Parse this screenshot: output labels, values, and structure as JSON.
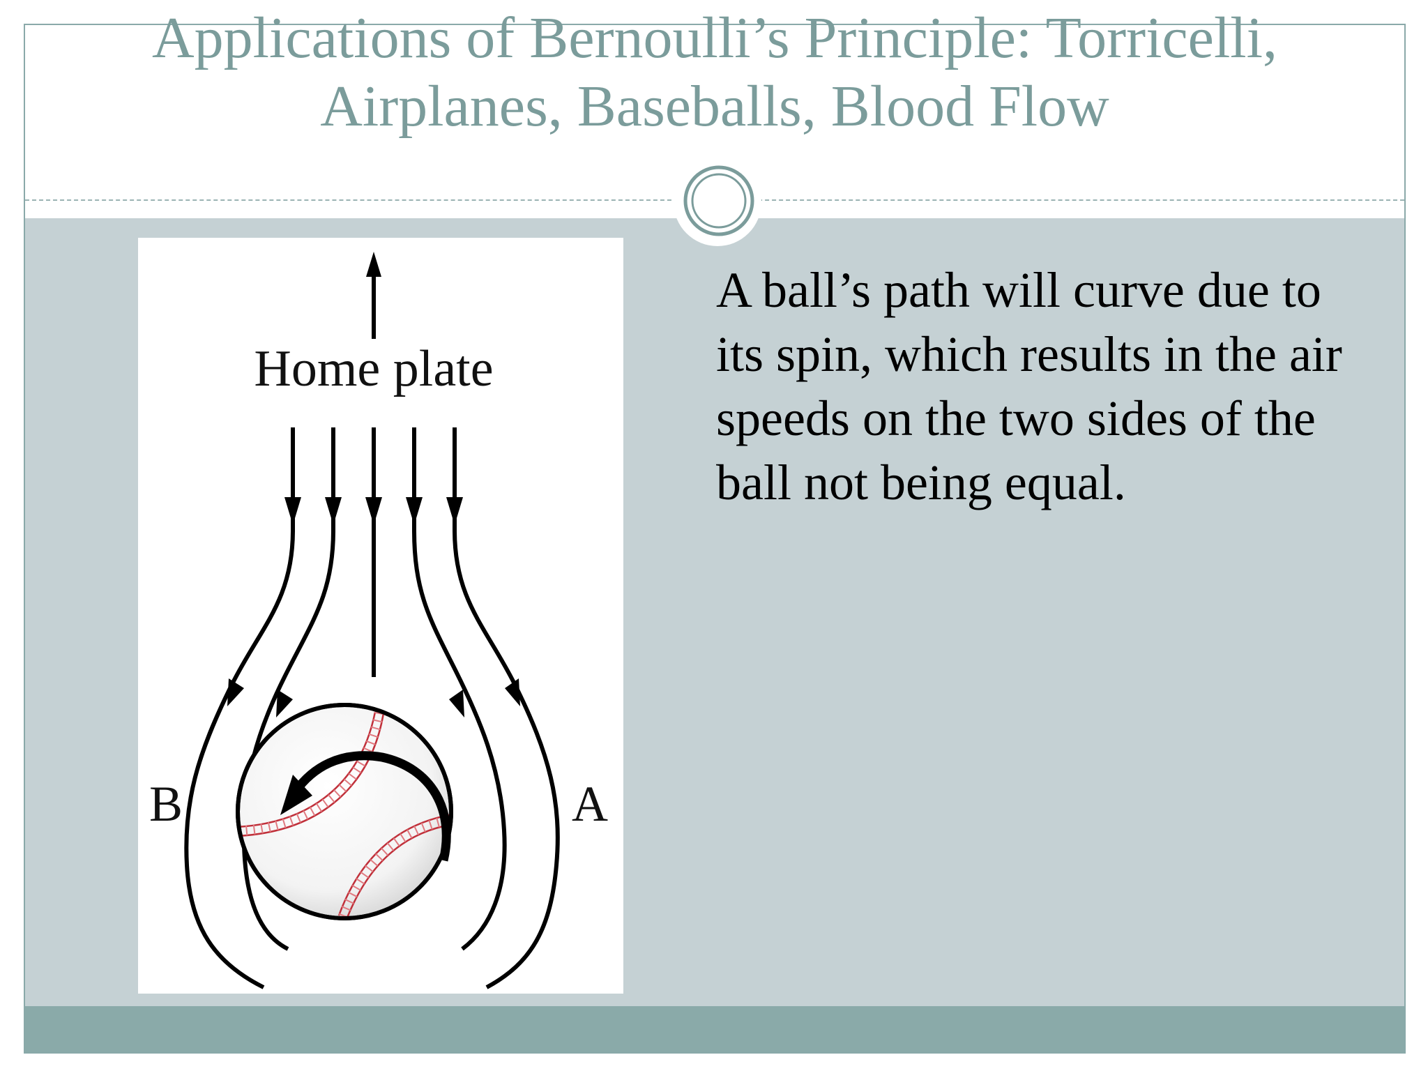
{
  "slide": {
    "title_line1": "Applications of Bernoulli’s Principle: Torricelli,",
    "title_line2": "Airplanes, Baseballs, Blood Flow",
    "body_text": "A ball’s path will curve due to its spin, which results in the air speeds on the two sides of the ball not being equal."
  },
  "figure": {
    "label_home_plate": "Home plate",
    "label_b": "B",
    "label_a": "A",
    "icons": [
      "up-arrow-icon",
      "streamline-arrow-icon",
      "baseball-icon",
      "spin-arrow-icon"
    ]
  },
  "colors": {
    "title": "#7b9c9b",
    "content_band": "#c5d1d4",
    "footer_band": "#8aaaa9",
    "frame": "#8aa9a9"
  }
}
